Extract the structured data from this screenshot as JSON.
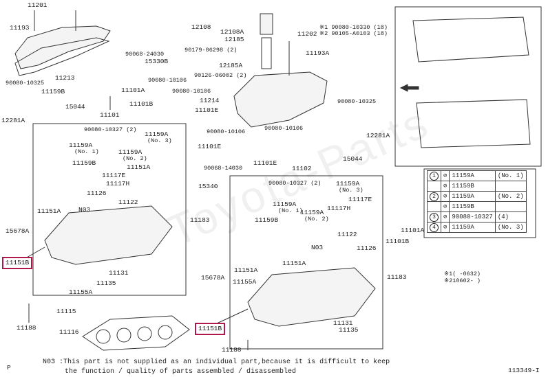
{
  "labels": {
    "l11201": "11201",
    "l11193": "11193",
    "l11213": "11213",
    "l90068_24030": "90068-24030",
    "l15330B": "15330B",
    "l90080_10106a": "90080-10106",
    "l90080_10325": "90080-10325",
    "l11159Ba": "11159B",
    "l15044a": "15044",
    "l12281Aa": "12281A",
    "l11101Aa": "11101A",
    "l11101Ba": "11101B",
    "l11101": "11101",
    "l90080_10106b": "90080-10106",
    "l11101Ea": "11101E",
    "l12108": "12108",
    "l12108A": "12108A",
    "l12185": "12185",
    "l90179_06298": "90179-06298 (2)",
    "l12185A": "12185A",
    "l90126_06002": "90126-06002 (2)",
    "l11214": "11214",
    "l11202": "11202",
    "l11193A": "11193A",
    "l90080_10330": "※1 90080-10330 (18)",
    "l90105_A0103": "※2 90105-A0103 (18)",
    "l90080_10325b": "90080-10325",
    "l12281Ab": "12281A",
    "l90080_10327a": "90080-10327 (2)",
    "l11159Aa": "11159A",
    "l11159Aa_n": "(No. 3)",
    "l11159Ab": "11159A",
    "l11159Ab_n": "(No. 1)",
    "l11159Ac": "11159A",
    "l11159Ac_n": "(No. 2)",
    "l11159Bb": "11159B",
    "l11151Aa": "11151A",
    "l11117Ea": "11117E",
    "l11117Ha": "11117H",
    "l11126a": "11126",
    "l11122a": "11122",
    "l11151a": "11151A",
    "lN03a": "N03",
    "l15678Aa": "15678A",
    "l11151Ba": "11151B",
    "l11131a": "11131",
    "l11135a": "11135",
    "l11155Aa": "11155A",
    "l11115": "11115",
    "l11188a": "11188",
    "l11116": "11116",
    "l11183a": "11183",
    "l90080_10106c": "90080-10106",
    "l90080_10106d": "90080-10106",
    "l11101Eb": "11101E",
    "l90068_14030": "90068-14030",
    "l15340": "15340",
    "l11101Eb2": "11101E",
    "l11102": "11102",
    "l15044b": "15044",
    "l90080_10327b": "90080-10327 (2)",
    "l11159Ad": "11159A",
    "l11159Ad_n": "(No. 3)",
    "l11117Eb": "11117E",
    "l11159Ae": "11159A",
    "l11159Ae_n": "(No. 1)",
    "l11159Af": "11159A",
    "l11159Af_n": "(No. 2)",
    "l11117Hb": "11117H",
    "l11159Bc": "11159B",
    "l11122b": "11122",
    "lN03b": "N03",
    "l11126b": "11126",
    "l11151Ab": "11151A",
    "l11151Ac": "11151A",
    "l15678Ab": "15678A",
    "l11155Ab": "11155A",
    "l11151Bb": "11151B",
    "l11131b": "11131",
    "l11135b": "11135",
    "l11188b": "11188",
    "l11183b": "11183",
    "l11101Ab": "11101A",
    "l11101Bb": "11101B",
    "l_note1": "※1(    -0632)",
    "l_note2": "※210602-    )",
    "l_p": "P",
    "l_code": "113349-I"
  },
  "legend": [
    {
      "num": "1",
      "part": "11159A",
      "note": "(No. 1)"
    },
    {
      "num": "",
      "part": "11159B",
      "note": ""
    },
    {
      "num": "2",
      "part": "11159A",
      "note": "(No. 2)"
    },
    {
      "num": "",
      "part": "11159B",
      "note": ""
    },
    {
      "num": "3",
      "part": "90080-10327",
      "note": "(4)"
    },
    {
      "num": "4",
      "part": "11159A",
      "note": "(No. 3)"
    }
  ],
  "footnote": {
    "line1": "N03 :This part is not supplied as an individual part,because it is difficult to keep",
    "line2": "the function / quality of parts assembled / disassembled"
  },
  "colors": {
    "highlight": "#b0174a",
    "line": "#333333"
  }
}
